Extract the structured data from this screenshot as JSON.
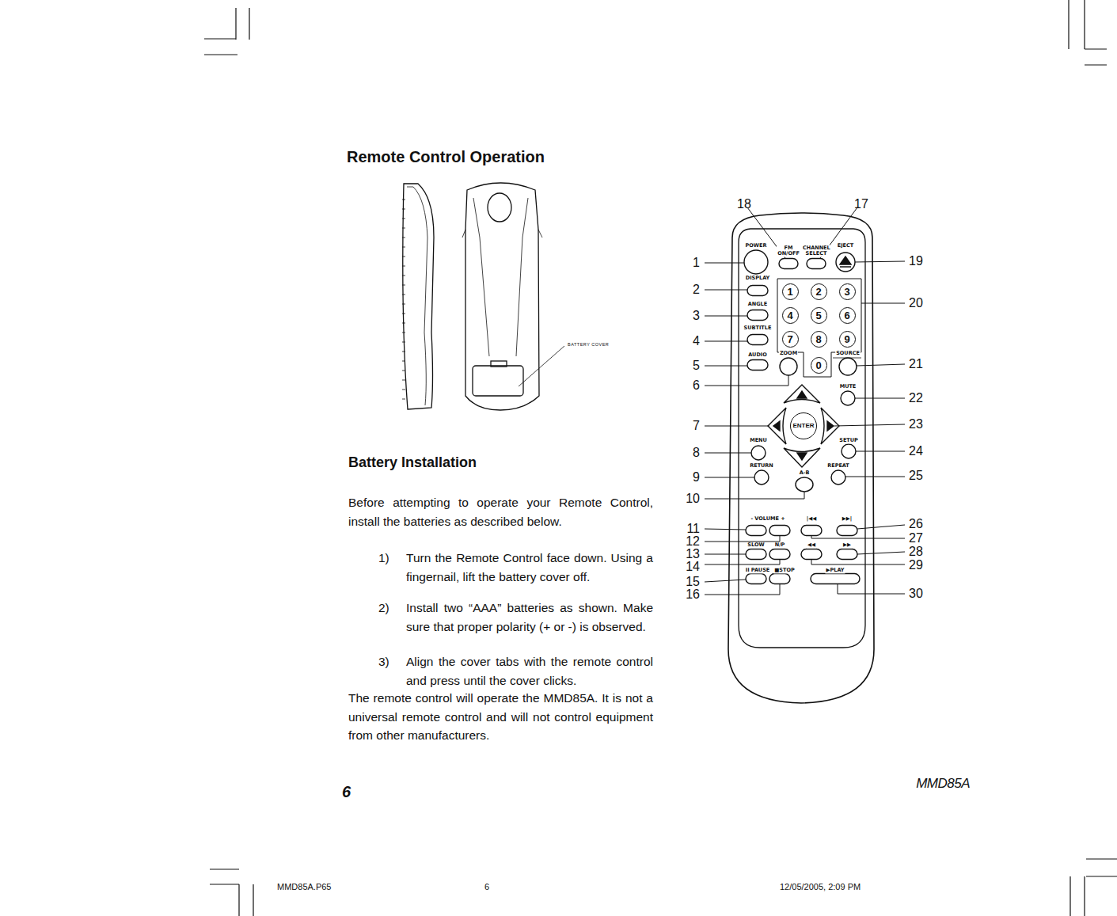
{
  "diagram": {
    "title": "Remote Control Operation",
    "nodes": [
      {
        "text": [
          "1"
        ]
      },
      {
        "text": [
          "2"
        ]
      },
      {
        "text": [
          "3"
        ]
      },
      {
        "text": [
          "4"
        ]
      },
      {
        "text": [
          "5"
        ]
      },
      {
        "text": [
          "6"
        ]
      },
      {
        "text": [
          "7"
        ]
      },
      {
        "text": [
          "8"
        ]
      },
      {
        "text": [
          "9"
        ]
      },
      {
        "text": [
          "0"
        ]
      },
      {
        "text": [
          "ENTER"
        ]
      }
    ],
    "labels": [
      "BATTERY COVER",
      "18",
      "17",
      "POWER",
      "FM ON/OFF",
      "CHANNEL SELECT",
      "EJECT",
      "1",
      "19",
      "DISPLAY",
      "2",
      "20",
      "ANGLE",
      "3",
      "SUBTITLE",
      "4",
      "AUDIO",
      "ZOOM",
      "SOURCE",
      "5",
      "21",
      "6",
      "MUTE",
      "22",
      "7",
      "23",
      "MENU",
      "SETUP",
      "8",
      "24",
      "RETURN",
      "A-B",
      "REPEAT",
      "9",
      "25",
      "10",
      "- VOLUME +",
      "|◀◀",
      "▶▶|",
      "11",
      "26",
      "12",
      "27",
      "SLOW",
      "N/P",
      "◀◀",
      "▶▶",
      "13",
      "28",
      "14",
      "29",
      "II PAUSE",
      "■STOP",
      "▶PLAY",
      "15",
      "16",
      "30",
      "Battery Installation",
      "Before attempting to operate your Remote Control, install the batteries as described below.",
      "1)",
      "Turn the Remote Control face down. Using a fingernail, lift the battery cover off.",
      "2)",
      "Install two “AAA” batteries as shown. Make sure that proper polarity (+ or -) is observed.",
      "3)",
      "Align the cover tabs with the remote control and press until the cover clicks.",
      "The remote control will operate the MMD85A. It is not a universal remote control and will not control equipment from other manufacturers.",
      "6",
      "MMD85A",
      "MMD85A.P65",
      "6",
      "12/05/2005, 2:09 PM"
    ]
  }
}
